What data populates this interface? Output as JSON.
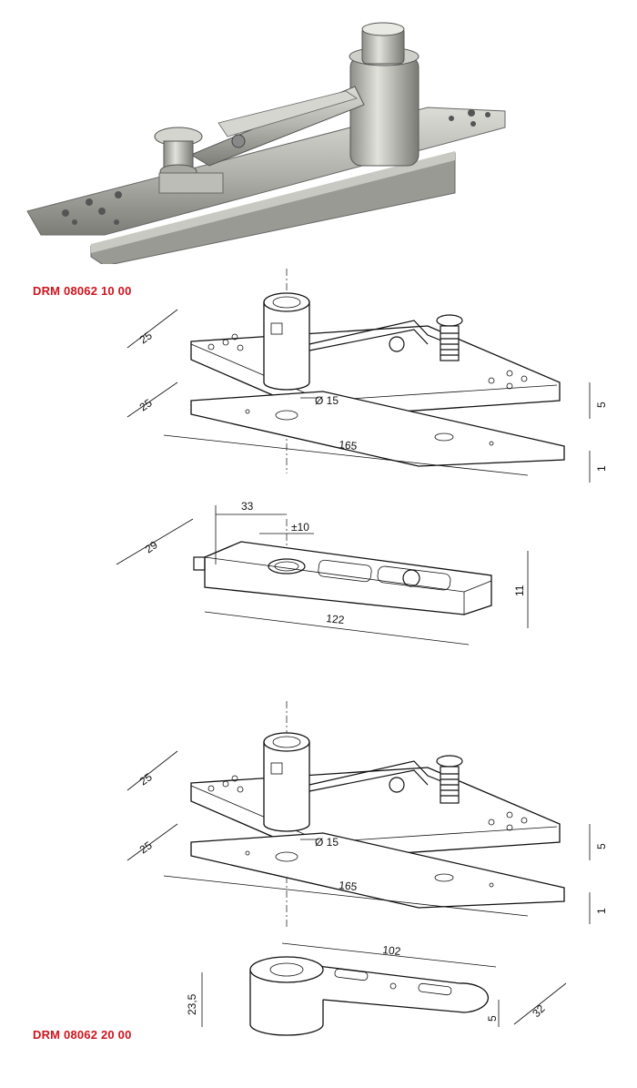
{
  "products": [
    {
      "code": "DRM 08062 10 00",
      "dimensions": {
        "plate_width": "25",
        "plate_width_lower": "25",
        "pin_diameter": "Ø 15",
        "plate_length": "165",
        "plate_height": "5",
        "shim_thickness": "1",
        "offset": "33",
        "adjust": "±10",
        "box_width": "29",
        "box_length": "122",
        "box_height": "11"
      }
    },
    {
      "code": "DRM 08062 20 00",
      "dimensions": {
        "plate_width": "25",
        "plate_width_lower": "25",
        "pin_diameter": "Ø 15",
        "plate_length": "165",
        "plate_height": "5",
        "shim_thickness": "1",
        "arm_length": "102",
        "arm_height": "23,5",
        "arm_thickness": "5",
        "arm_width": "32"
      }
    }
  ],
  "colors": {
    "code_red": "#d0141e",
    "photo_metal": "#b9b9b3"
  }
}
